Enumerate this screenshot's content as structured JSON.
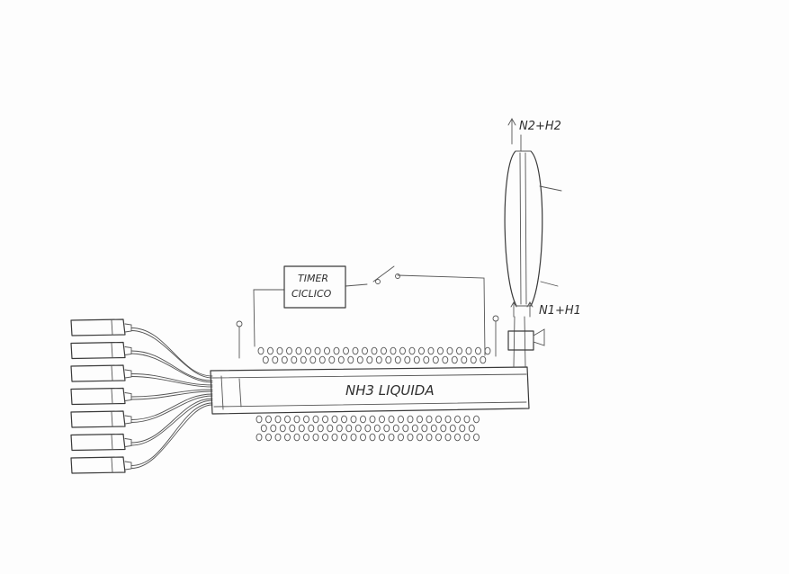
{
  "labels": {
    "timer_line1": "TIMER",
    "timer_line2": "CICLICO",
    "tank": "NH3 LIQUIDA",
    "top_outlet": "N2+H2",
    "side_outlet": "N1+H1"
  },
  "counts": {
    "bottles": 7,
    "upper_hole_rows": 2,
    "lower_hole_rows": 3
  }
}
